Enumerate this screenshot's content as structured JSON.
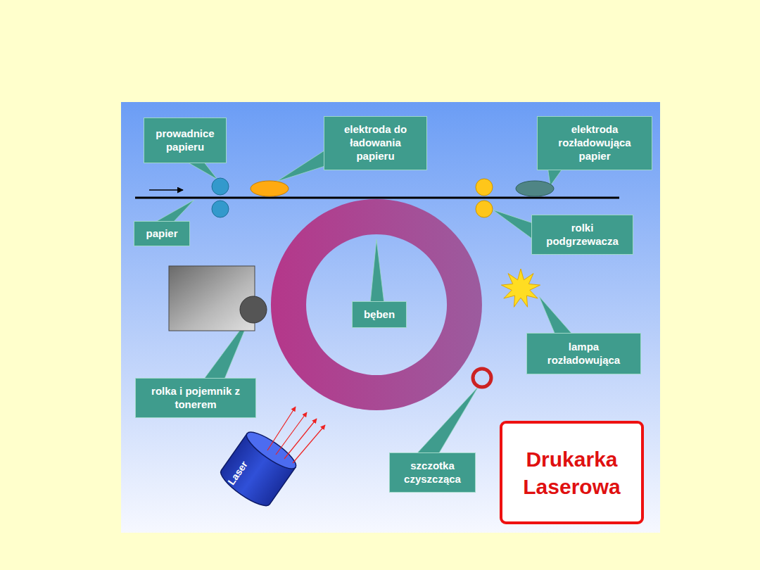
{
  "diagram": {
    "title": "Drukarka Laserowa",
    "nodes": [
      {
        "text": [
          "prowadnice papieru"
        ]
      },
      {
        "text": [
          "elektroda do ładowania papieru"
        ]
      },
      {
        "text": [
          "elektroda rozładowująca papier"
        ]
      },
      {
        "text": [
          "papier"
        ]
      },
      {
        "text": [
          "rolki podgrzewacza"
        ]
      },
      {
        "text": [
          "bęben"
        ]
      },
      {
        "text": [
          "lampa rozładowująca"
        ]
      },
      {
        "text": [
          "rolka i pojemnik z tonerem"
        ]
      },
      {
        "text": [
          "szczotka czyszcząca"
        ]
      }
    ],
    "edges": [],
    "labels": [
      "Laser"
    ]
  }
}
